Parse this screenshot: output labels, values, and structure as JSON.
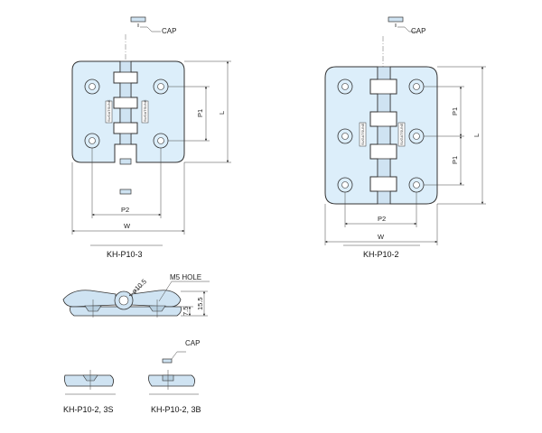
{
  "labels": {
    "cap": "CAP",
    "p1": "P1",
    "p2": "P2",
    "l": "L",
    "w": "W",
    "m5_hole": "M5 HOLE",
    "dia": "ø10.5",
    "dim_7_5": "7.5",
    "dim_15_5": "15.5",
    "logo": "SUGATSUNE"
  },
  "views": {
    "kh_p10_3": "KH-P10-3",
    "kh_p10_2": "KH-P10-2",
    "kh_p10_2_3s": "KH-P10-2, 3S",
    "kh_p10_2_3b": "KH-P10-2, 3B"
  },
  "colors": {
    "body_fill": "#dceefa",
    "line": "#333333"
  }
}
